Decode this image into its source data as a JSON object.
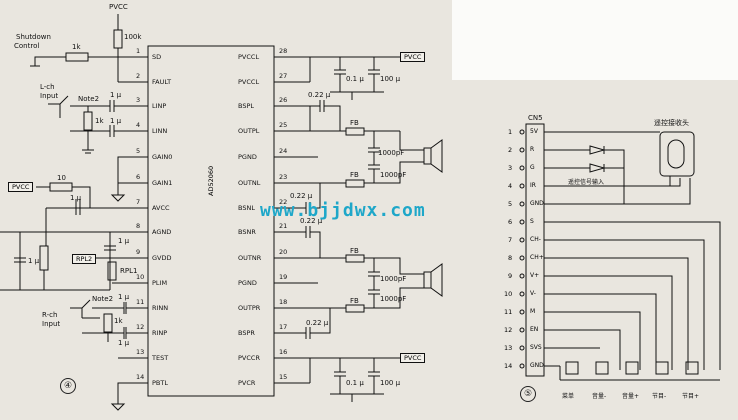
{
  "watermark": "www.bjjdwx.com",
  "figure_numbers": {
    "left": "④",
    "right": "⑤"
  },
  "chip": {
    "name": "AD52060",
    "left_pins": [
      {
        "num": "1",
        "name": "SD"
      },
      {
        "num": "2",
        "name": "FAULT"
      },
      {
        "num": "3",
        "name": "LINP"
      },
      {
        "num": "4",
        "name": "LINN"
      },
      {
        "num": "5",
        "name": "GAIN0"
      },
      {
        "num": "6",
        "name": "GAIN1"
      },
      {
        "num": "7",
        "name": "AVCC"
      },
      {
        "num": "8",
        "name": "AGND"
      },
      {
        "num": "9",
        "name": "GVDD"
      },
      {
        "num": "10",
        "name": "PLIM"
      },
      {
        "num": "11",
        "name": "RINN"
      },
      {
        "num": "12",
        "name": "RINP"
      },
      {
        "num": "13",
        "name": "TEST"
      },
      {
        "num": "14",
        "name": "PBTL"
      }
    ],
    "right_pins": [
      {
        "num": "28",
        "name": "PVCCL"
      },
      {
        "num": "27",
        "name": "PVCCL"
      },
      {
        "num": "26",
        "name": "BSPL"
      },
      {
        "num": "25",
        "name": "OUTPL"
      },
      {
        "num": "24",
        "name": "PGND"
      },
      {
        "num": "23",
        "name": "OUTNL"
      },
      {
        "num": "22",
        "name": "BSNL"
      },
      {
        "num": "21",
        "name": "BSNR"
      },
      {
        "num": "20",
        "name": "OUTNR"
      },
      {
        "num": "19",
        "name": "PGND"
      },
      {
        "num": "18",
        "name": "OUTPR"
      },
      {
        "num": "17",
        "name": "BSPR"
      },
      {
        "num": "16",
        "name": "PVCCR"
      },
      {
        "num": "15",
        "name": "PVCR"
      }
    ]
  },
  "labels": {
    "pvcc_top": "PVCC",
    "r100k": "100k",
    "shutdown": "Shutdown",
    "control": "Control",
    "r1k_sd": "1k",
    "lch": "L-ch",
    "input_l": "Input",
    "note2_l": "Note2",
    "c1u_a": "1 μ",
    "r1k_l": "1k",
    "c1u_b": "1 μ",
    "pvcc_avcc": "PVCC",
    "r10": "10",
    "c1u_avcc": "1 μ",
    "c1u_agnd": "1 μ",
    "c1u_gvdd": "1 μ",
    "rpl2": "RPL2",
    "rpl1": "RPL1",
    "note2_r": "Note2",
    "rch": "R-ch",
    "input_r": "Input",
    "r1k_r": "1k",
    "c1u_r1": "1 μ",
    "c1u_r2": "1 μ",
    "pvcc_r1": "PVCC",
    "c01u_top": "0.1 μ",
    "c100u_top": "100 μ",
    "c022_bspl": "0.22 μ",
    "fb1": "FB",
    "c1000_1": "1000pF",
    "c1000_2": "1000pF",
    "fb2": "FB",
    "c022_bsnl": "0.22 μ",
    "c022_bsnr": "0.22 μ",
    "fb3": "FB",
    "c1000_3": "1000pF",
    "c1000_4": "1000pF",
    "fb4": "FB",
    "c022_bspr": "0.22 μ",
    "pvcc_r2": "PVCC",
    "c01u_bot": "0.1 μ",
    "c100u_bot": "100 μ"
  },
  "connector": {
    "name": "CN5",
    "receiver_label": "遥控接收头",
    "ir_label": "遥控信号输入",
    "pins": [
      {
        "num": "1",
        "name": "5V"
      },
      {
        "num": "2",
        "name": "R"
      },
      {
        "num": "3",
        "name": "G"
      },
      {
        "num": "4",
        "name": "IR"
      },
      {
        "num": "5",
        "name": "GND"
      },
      {
        "num": "6",
        "name": "S"
      },
      {
        "num": "7",
        "name": "CH-"
      },
      {
        "num": "8",
        "name": "CH+"
      },
      {
        "num": "9",
        "name": "V+"
      },
      {
        "num": "10",
        "name": "V-"
      },
      {
        "num": "11",
        "name": "M"
      },
      {
        "num": "12",
        "name": "EN"
      },
      {
        "num": "13",
        "name": "SVS"
      },
      {
        "num": "14",
        "name": "GND"
      }
    ],
    "button_labels": [
      "菜单",
      "音量-",
      "音量+",
      "节目-",
      "节目+"
    ]
  }
}
